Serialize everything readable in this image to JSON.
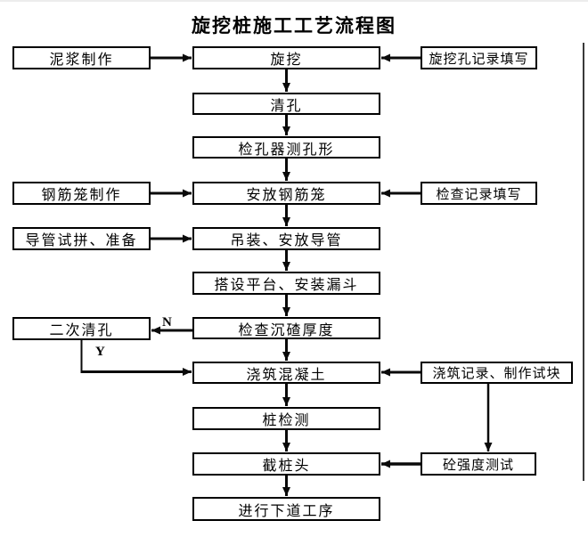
{
  "meta": {
    "title": "旋挖桩施工工艺流程图"
  },
  "flow": {
    "main": [
      {
        "label": "旋挖"
      },
      {
        "label": "清孔"
      },
      {
        "label": "检孔器测孔形"
      },
      {
        "label": "安放钢筋笼"
      },
      {
        "label": "吊装、安放导管"
      },
      {
        "label": "搭设平台、安装漏斗"
      },
      {
        "label": "检查沉碴厚度"
      },
      {
        "label": "浇筑混凝土"
      },
      {
        "label": "桩检测"
      },
      {
        "label": "截桩头"
      },
      {
        "label": "进行下道工序"
      }
    ],
    "left": [
      {
        "label": "泥浆制作",
        "feeds": "旋挖"
      },
      {
        "label": "钢筋笼制作",
        "feeds": "安放钢筋笼"
      },
      {
        "label": "导管试拼、准备",
        "feeds": "吊装、安放导管"
      },
      {
        "label": "二次清孔",
        "feeds": "浇筑混凝土"
      }
    ],
    "right": [
      {
        "label": "旋挖孔记录填写",
        "feeds": "旋挖"
      },
      {
        "label": "检查记录填写",
        "feeds": "安放钢筋笼"
      },
      {
        "label": "浇筑记录、制作试块",
        "feeds": "浇筑混凝土"
      },
      {
        "label": "砼强度测试",
        "feeds": "截桩头"
      }
    ],
    "decision": {
      "source": "检查沉碴厚度",
      "no_label": "N",
      "no_target": "二次清孔",
      "yes_label": "Y",
      "yes_target": "浇筑混凝土"
    },
    "extra_edges": [
      "浇筑记录、制作试块 → 砼强度测试"
    ]
  },
  "colors": {
    "line": "#0a0a0a",
    "box_border": "#000000",
    "text": "#000000",
    "background": "#ffffff"
  }
}
